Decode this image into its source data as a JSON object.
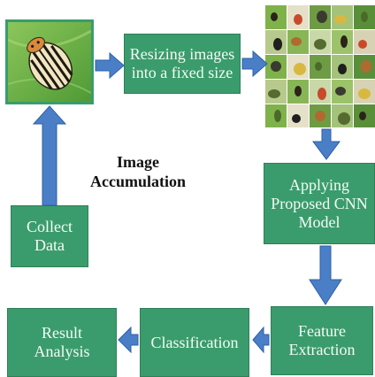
{
  "heading": {
    "line1": "Image",
    "line2": "Accumulation"
  },
  "steps": {
    "resize": {
      "line1": "Resizing images",
      "line2": "into a fixed size"
    },
    "collect": {
      "line1": "Collect",
      "line2": "Data"
    },
    "cnn": {
      "line1": "Applying",
      "line2": "Proposed CNN",
      "line3": "Model"
    },
    "feature": {
      "line1": "Feature",
      "line2": "Extraction"
    },
    "classification": {
      "line1": "Classification"
    },
    "result": {
      "line1": "Result",
      "line2": "Analysis"
    }
  },
  "colors": {
    "box": "#3a9c6c",
    "arrow": "#4a7fc8",
    "arrow_stroke": "#2d5fa6",
    "leaf": "#6ab04c"
  },
  "images": {
    "beetle": "colorado-potato-beetle-photo",
    "grid": "insect-sample-grid"
  }
}
